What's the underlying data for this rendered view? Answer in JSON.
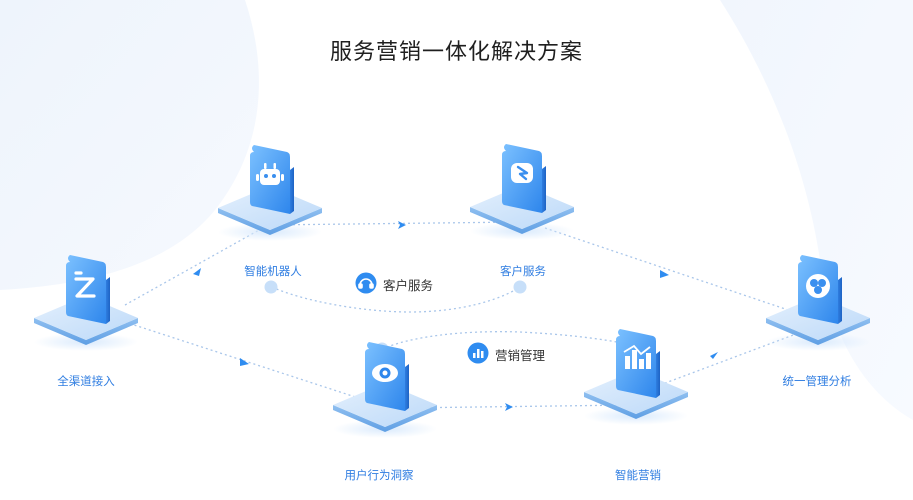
{
  "title": "服务营销一体化解决方案",
  "nodes": {
    "access": {
      "label": "全渠道接入"
    },
    "robot": {
      "label": "智能机器人"
    },
    "service": {
      "label": "客户服务"
    },
    "behavior": {
      "label": "用户行为洞察"
    },
    "marketing": {
      "label": "智能营销"
    },
    "analytics": {
      "label": "统一管理分析"
    }
  },
  "groups": {
    "customer_service": {
      "label": "客户服务"
    },
    "marketing_mgmt": {
      "label": "营销管理"
    }
  },
  "colors": {
    "accent": "#2f8cf0",
    "label": "#2f7de1",
    "title": "#1f1f1f",
    "dashed": "#a9c6ea"
  }
}
